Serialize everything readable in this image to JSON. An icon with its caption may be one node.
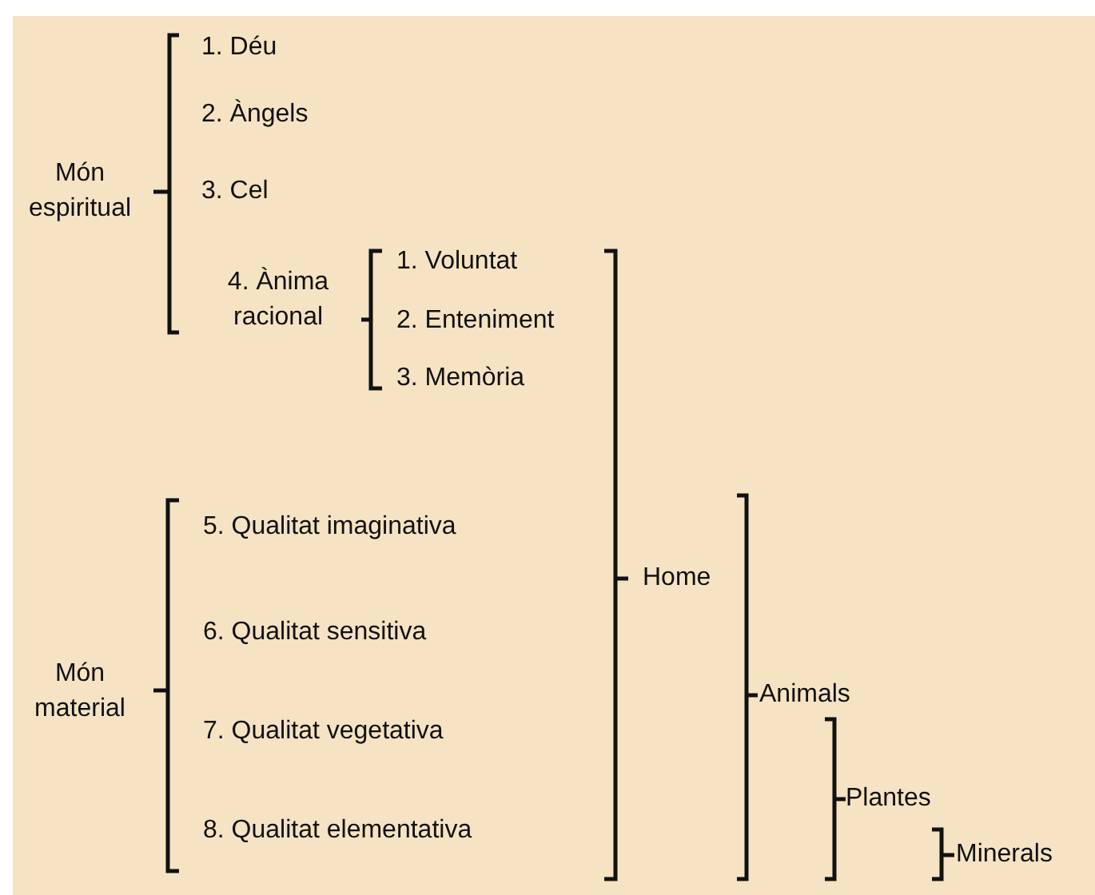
{
  "diagram": {
    "labels": [
      "1. Déu",
      "2. Àngels",
      "Món espiritual",
      "3. Cel",
      "1. Voluntat",
      "4. Ànima racional",
      "2. Enteniment",
      "3. Memòria",
      "5. Qualitat imaginativa",
      "Home",
      "6. Qualitat sensitiva",
      "Món material",
      "Animals",
      "7. Qualitat vegetativa",
      "Plantes",
      "8. Qualitat elementativa",
      "Minerals"
    ]
  }
}
